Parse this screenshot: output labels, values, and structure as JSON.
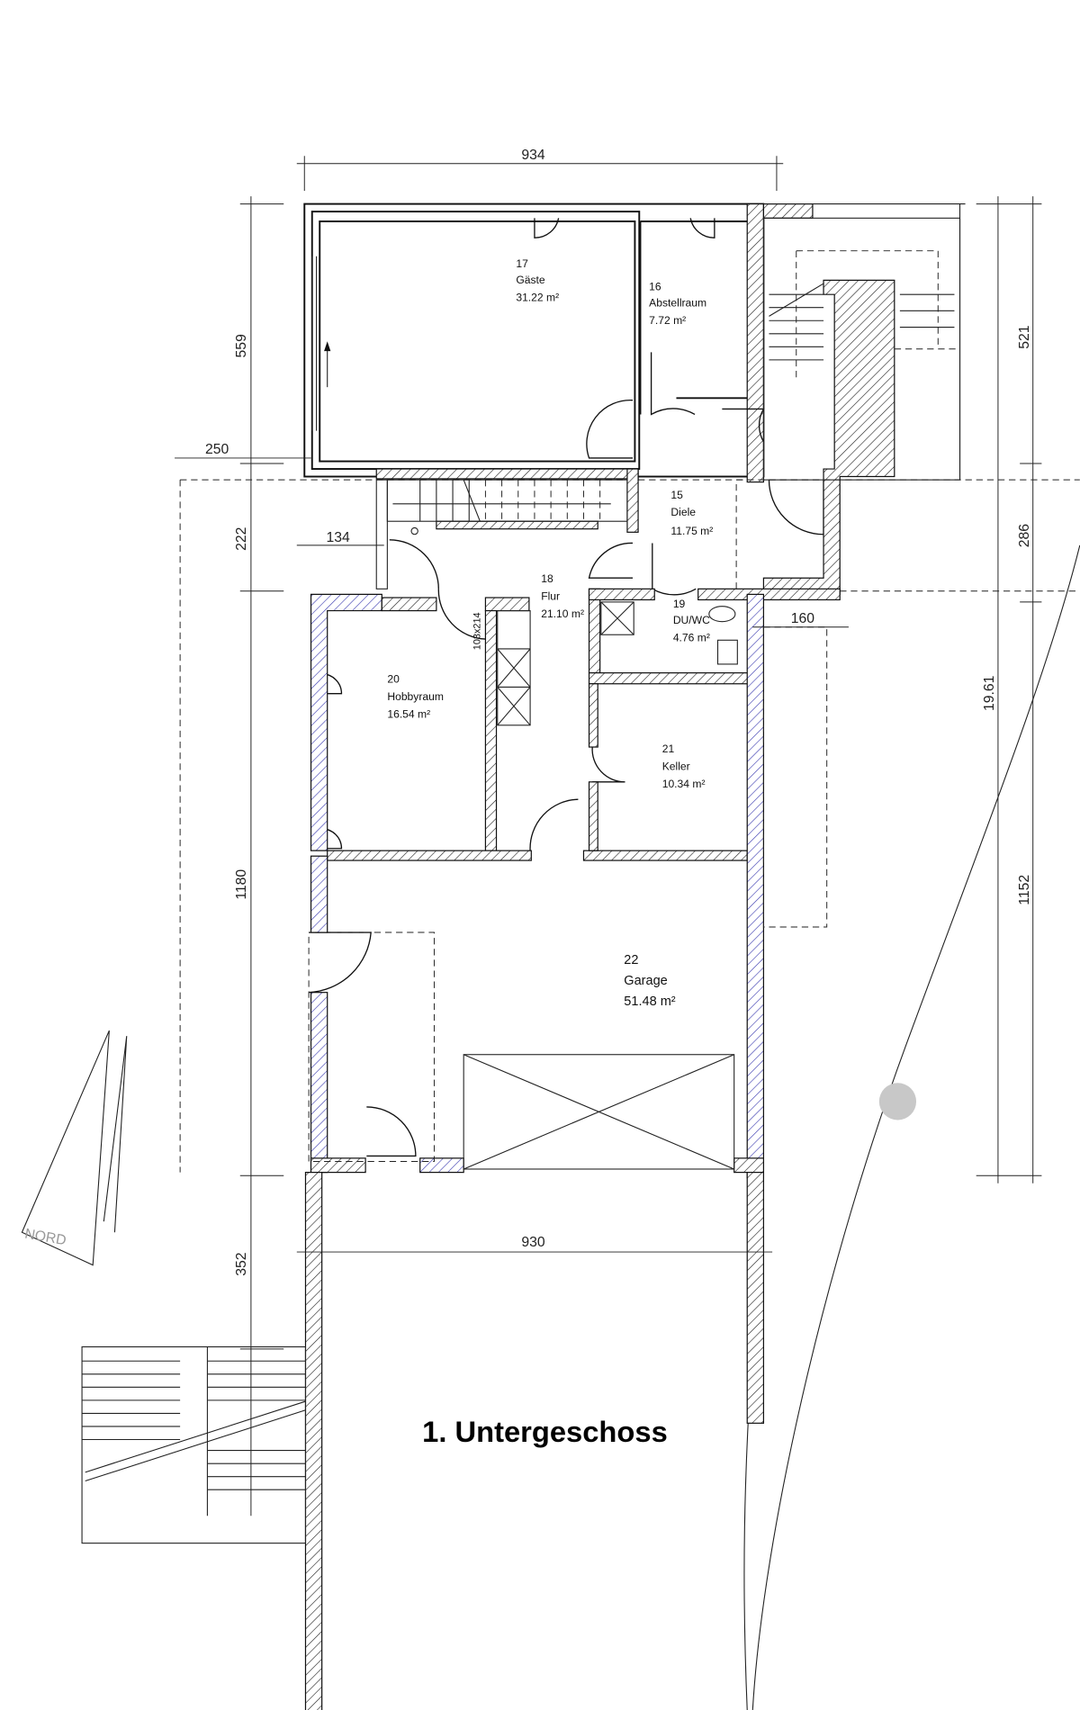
{
  "title": "1. Untergeschoss",
  "north_label": "NORD",
  "rooms": [
    {
      "number": "17",
      "name": "Gäste",
      "area": "31.22 m²"
    },
    {
      "number": "16",
      "name": "Abstellraum",
      "area": "7.72 m²"
    },
    {
      "number": "15",
      "name": "Diele",
      "area": "11.75 m²"
    },
    {
      "number": "18",
      "name": "Flur",
      "area": "21.10 m²"
    },
    {
      "number": "19",
      "name": "DU/WC",
      "area": "4.76 m²"
    },
    {
      "number": "20",
      "name": "Hobbyraum",
      "area": "16.54 m²"
    },
    {
      "number": "21",
      "name": "Keller",
      "area": "10.34 m²"
    },
    {
      "number": "22",
      "name": "Garage",
      "area": "51.48 m²"
    }
  ],
  "dimensions": {
    "top_width": "934",
    "left_upper": "559",
    "left_offset": "250",
    "left_mid": "222",
    "stair_offset": "134",
    "left_main": "1180",
    "left_lower": "352",
    "bottom_width": "930",
    "right_upper": "521",
    "right_mid": "286",
    "right_lower": "1152",
    "right_total": "19.61",
    "wc_offset": "160",
    "opening": "103x214"
  },
  "colors": {
    "wall": "#111111",
    "hatch_accent": "#3a3ab0",
    "marker": "#c8c8c8"
  }
}
